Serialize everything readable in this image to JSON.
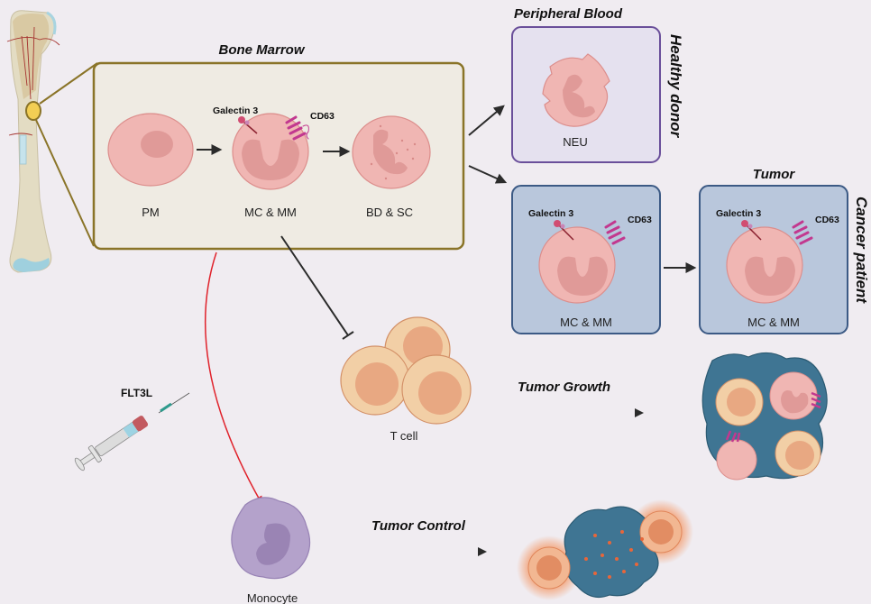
{
  "sections": {
    "bone_marrow": {
      "title": "Bone Marrow",
      "stages": [
        {
          "label": "PM"
        },
        {
          "label": "MC & MM"
        },
        {
          "label": "BD & SC"
        }
      ],
      "markers": {
        "galectin": "Galectin 3",
        "cd63": "CD63"
      }
    },
    "peripheral_blood": {
      "title": "Peripheral Blood",
      "cell_label": "NEU",
      "side_label": "Healthy donor"
    },
    "cancer_patient": {
      "side_label": "Cancer patient",
      "blood_box": {
        "cell_label": "MC & MM",
        "galectin": "Galectin 3",
        "cd63": "CD63"
      },
      "tumor_box": {
        "title": "Tumor",
        "cell_label": "MC & MM",
        "galectin": "Galectin 3",
        "cd63": "CD63"
      }
    },
    "t_cell": {
      "label": "T cell"
    },
    "drug": {
      "label": "FLT3L"
    },
    "monocyte": {
      "label": "Monocyte"
    },
    "outcomes": {
      "growth": "Tumor Growth",
      "control": "Tumor Control"
    }
  },
  "colors": {
    "background": "#f0ecf1",
    "bone_marrow_border": "#8a7428",
    "bone_marrow_fill": "#efebe3",
    "healthy_border": "#6a4f9a",
    "healthy_fill": "#e5e1ef",
    "cancer_border": "#3c5a85",
    "cancer_fill": "#b9c7dc",
    "cell_pink": "#f0b6b3",
    "nucleus_pink": "#e09a98",
    "tcell_outer": "#f2cfa6",
    "tcell_inner": "#e8a882",
    "tumor_teal": "#3f7593",
    "monocyte": "#b4a2cb",
    "cd63_magenta": "#c2388f",
    "flt3l_arrow": "#e0222b"
  }
}
